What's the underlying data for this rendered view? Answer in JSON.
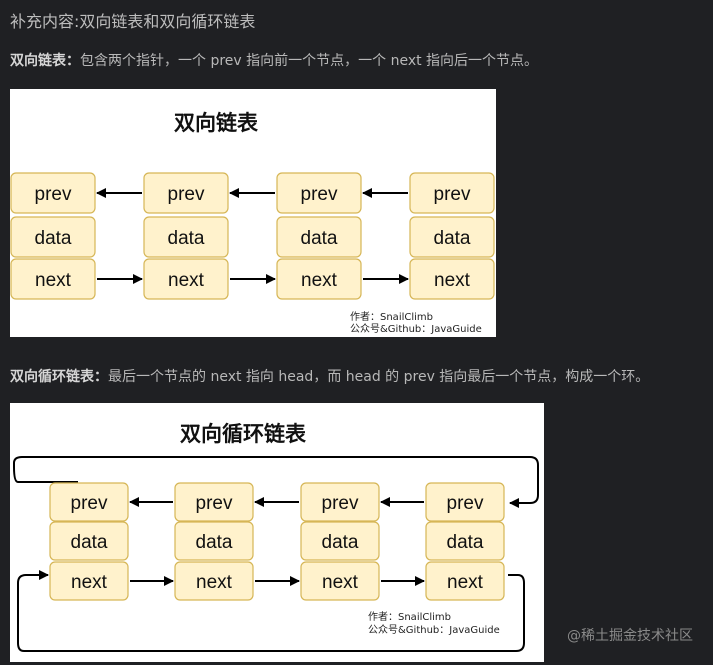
{
  "heading": "补充内容:双向链表和双向循环链表",
  "para1": {
    "label": "双向链表：",
    "text": "包含两个指针，一个 prev 指向前一个节点，一个 next 指向后一个节点。"
  },
  "para2": {
    "label": "双向循环链表：",
    "text": "最后一个节点的 next 指向 head，而 head 的 prev 指向最后一个节点，构成一个环。"
  },
  "figure1": {
    "title": "双向链表",
    "nodes": [
      {
        "prev": "prev",
        "data": "data",
        "next": "next"
      },
      {
        "prev": "prev",
        "data": "data",
        "next": "next"
      },
      {
        "prev": "prev",
        "data": "data",
        "next": "next"
      },
      {
        "prev": "prev",
        "data": "data",
        "next": "next"
      }
    ],
    "credit_author": "作者：SnailClimb",
    "credit_account": "公众号&Github：JavaGuide"
  },
  "figure2": {
    "title": "双向循环链表",
    "nodes": [
      {
        "prev": "prev",
        "data": "data",
        "next": "next"
      },
      {
        "prev": "prev",
        "data": "data",
        "next": "next"
      },
      {
        "prev": "prev",
        "data": "data",
        "next": "next"
      },
      {
        "prev": "prev",
        "data": "data",
        "next": "next"
      }
    ],
    "credit_author": "作者：SnailClimb",
    "credit_account": "公众号&Github：JavaGuide"
  },
  "watermark": "@稀土掘金技术社区",
  "colors": {
    "node_fill": "#fff2cc",
    "node_stroke": "#d6b656"
  }
}
